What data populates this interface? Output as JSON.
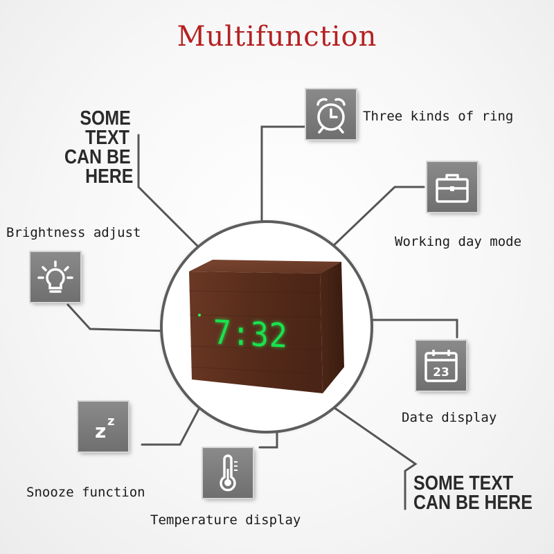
{
  "title": "Multifunction",
  "features": {
    "ring": "Three kinds of ring",
    "working_day": "Working day mode",
    "brightness": "Brightness adjust",
    "date": "Date display",
    "snooze": "Snooze function",
    "temperature": "Temperature display"
  },
  "placeholder_top_left": [
    "SOME",
    "TEXT",
    "CAN BE",
    "HERE"
  ],
  "placeholder_bottom_right": [
    "SOME TEXT",
    "CAN BE HERE"
  ],
  "clock_time": "7:32",
  "calendar_day": "23",
  "snooze_glyph": "z",
  "colors": {
    "title": "#b52121",
    "digits": "#19e34d",
    "wood": "#5a2e1c",
    "icon_bg": "#7d7d7d"
  }
}
